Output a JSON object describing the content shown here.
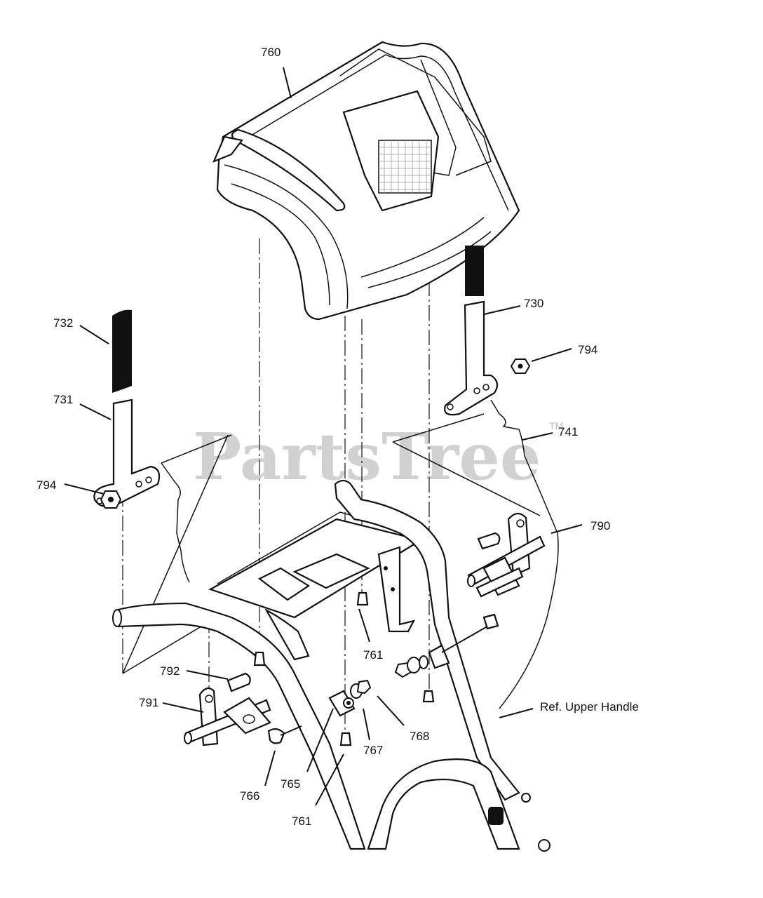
{
  "watermark": {
    "brand": "PartsTree",
    "trademark": "TM"
  },
  "callouts": [
    {
      "id": "c760",
      "label": "760"
    },
    {
      "id": "c730",
      "label": "730"
    },
    {
      "id": "c732",
      "label": "732"
    },
    {
      "id": "c794a",
      "label": "794"
    },
    {
      "id": "c731",
      "label": "731"
    },
    {
      "id": "c741",
      "label": "741"
    },
    {
      "id": "c794b",
      "label": "794"
    },
    {
      "id": "c790",
      "label": "790"
    },
    {
      "id": "c761a",
      "label": "761"
    },
    {
      "id": "c792",
      "label": "792"
    },
    {
      "id": "c791",
      "label": "791"
    },
    {
      "id": "c768",
      "label": "768"
    },
    {
      "id": "c767",
      "label": "767"
    },
    {
      "id": "c765",
      "label": "765"
    },
    {
      "id": "c766",
      "label": "766"
    },
    {
      "id": "c761b",
      "label": "761"
    }
  ],
  "reference_note": "Ref. Upper Handle"
}
